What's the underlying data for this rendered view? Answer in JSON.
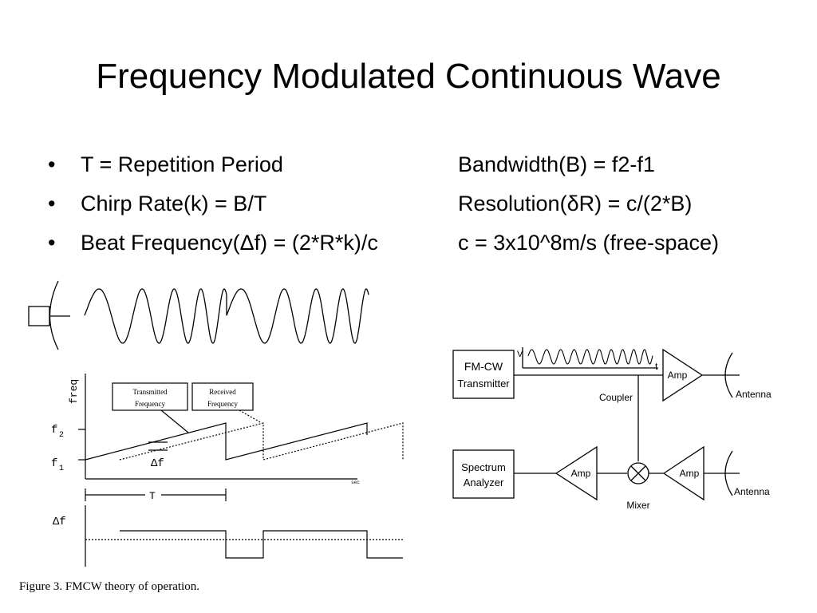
{
  "title": "Frequency Modulated Continuous Wave",
  "bullets": [
    "T = Repetition Period",
    "Chirp Rate(k) = B/T",
    "Beat Frequency(Δf) = (2*R*k)/c"
  ],
  "bullet_symbol": "•",
  "right_notes": [
    "Bandwidth(B) = f2-f1",
    "Resolution(δR) = c/(2*B)",
    "c = 3x10^8m/s (free-space)"
  ],
  "left_figure": {
    "freq_axis_label": "freq",
    "f2_label": "f",
    "f2_sub": "2",
    "f1_label": "f",
    "f1_sub": "1",
    "delta_f_marker": "Δf",
    "period_label": "T",
    "time_tick_mark": "sec",
    "transmitted_box_line1": "Transmitted",
    "transmitted_box_line2": "Frequency",
    "received_box_line1": "Received",
    "received_box_line2": "Frequency",
    "lower_axis_label": "Δf"
  },
  "block_diagram": {
    "fmcw_line1": "FM-CW",
    "fmcw_line2": "Transmitter",
    "v_label": "V",
    "t_label": "t",
    "amp_top": "Amp",
    "antenna_top": "Antenna",
    "coupler": "Coupler",
    "spectrum_line1": "Spectrum",
    "spectrum_line2": "Analyzer",
    "amp_left": "Amp",
    "amp_right": "Amp",
    "mixer": "Mixer",
    "antenna_bottom": "Antenna"
  },
  "caption": "Figure 3. FMCW theory of operation."
}
